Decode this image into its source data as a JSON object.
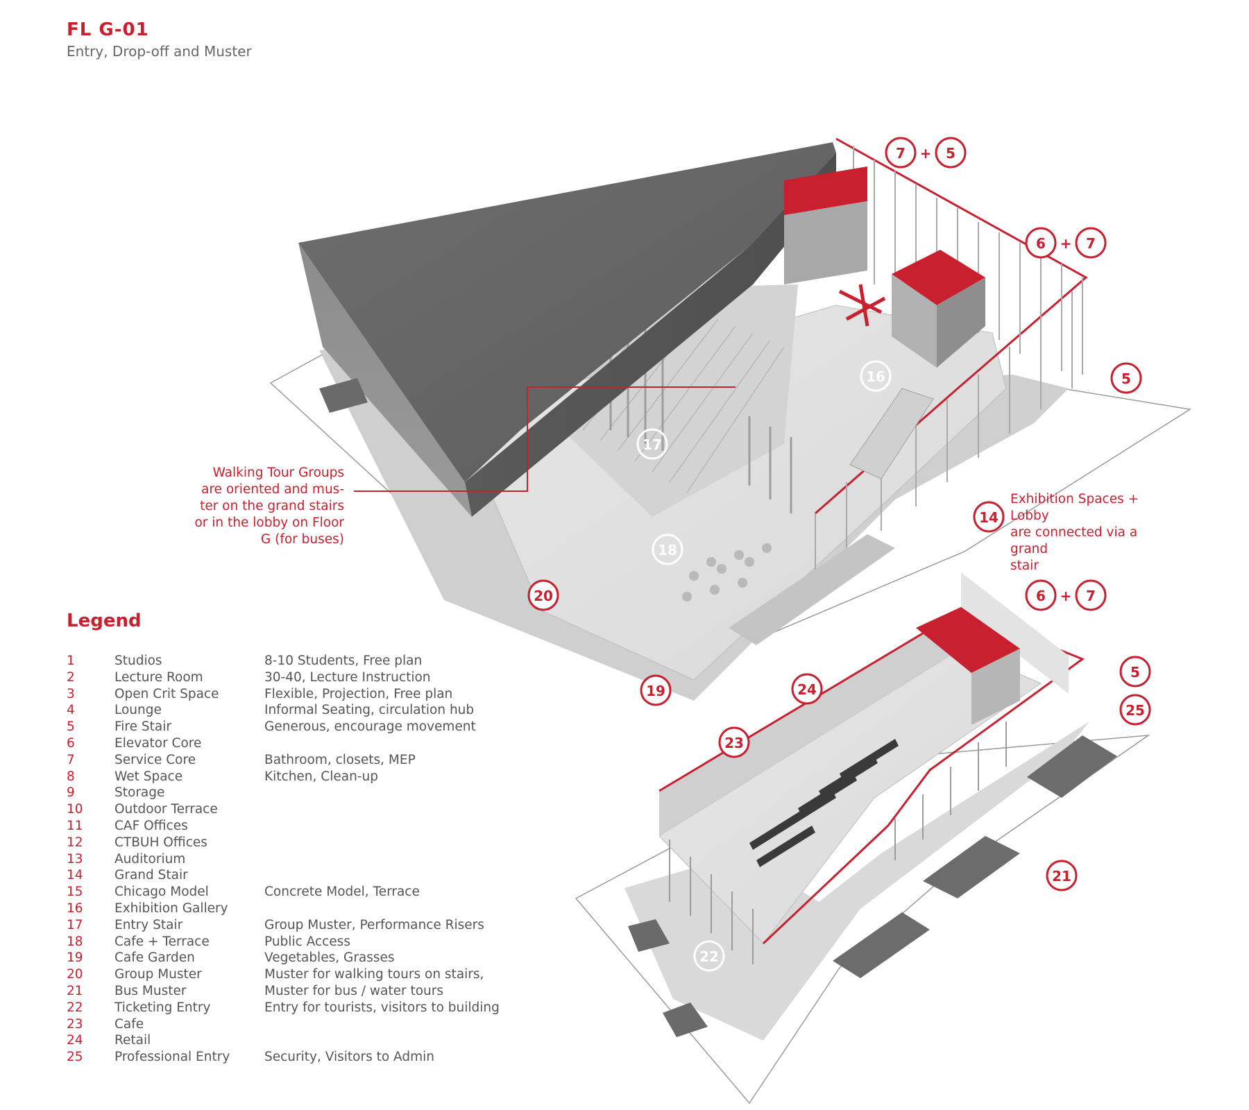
{
  "header": {
    "title": "FL G-01",
    "subtitle": "Entry, Drop-off and Muster"
  },
  "colors": {
    "accent": "#c8202f",
    "text": "#555555",
    "mass": "#737373",
    "floor": "#e2e2e2"
  },
  "callouts": {
    "walking_tour": [
      "Walking Tour Groups",
      "are oriented and mus-",
      "ter on the grand stairs",
      "or in the lobby on Floor",
      "G (for buses)"
    ],
    "exhibition": [
      "Exhibition Spaces + Lobby",
      "are connected via a grand",
      "stair"
    ]
  },
  "markers": {
    "m16": "16",
    "m17": "17",
    "m18": "18",
    "m22": "22",
    "m7a": "7",
    "m5a": "5",
    "m6a": "6",
    "m7b": "7",
    "m5b": "5",
    "m14": "14",
    "m20": "20",
    "m19": "19",
    "m24": "24",
    "m23": "23",
    "m6c": "6",
    "m7c": "7",
    "m5c": "5",
    "m25": "25",
    "m21": "21",
    "plus": "+"
  },
  "legend": {
    "title": "Legend",
    "items": [
      {
        "num": "1",
        "name": "Studios",
        "desc": "8-10 Students, Free plan"
      },
      {
        "num": "2",
        "name": "Lecture Room",
        "desc": "30-40, Lecture Instruction"
      },
      {
        "num": "3",
        "name": "Open Crit Space",
        "desc": "Flexible, Projection, Free plan"
      },
      {
        "num": "4",
        "name": "Lounge",
        "desc": "Informal Seating, circulation hub"
      },
      {
        "num": "5",
        "name": "Fire Stair",
        "desc": "Generous, encourage movement"
      },
      {
        "num": "6",
        "name": "Elevator Core",
        "desc": ""
      },
      {
        "num": "7",
        "name": "Service Core",
        "desc": "Bathroom, closets, MEP"
      },
      {
        "num": "8",
        "name": "Wet Space",
        "desc": "Kitchen, Clean-up"
      },
      {
        "num": "9",
        "name": "Storage",
        "desc": ""
      },
      {
        "num": "10",
        "name": "Outdoor Terrace",
        "desc": ""
      },
      {
        "num": "11",
        "name": "CAF Offices",
        "desc": ""
      },
      {
        "num": "12",
        "name": "CTBUH Offices",
        "desc": ""
      },
      {
        "num": "13",
        "name": "Auditorium",
        "desc": ""
      },
      {
        "num": "14",
        "name": "Grand Stair",
        "desc": ""
      },
      {
        "num": "15",
        "name": "Chicago Model",
        "desc": "Concrete Model, Terrace"
      },
      {
        "num": "16",
        "name": "Exhibition Gallery",
        "desc": ""
      },
      {
        "num": "17",
        "name": "Entry Stair",
        "desc": "Group Muster, Performance Risers"
      },
      {
        "num": "18",
        "name": "Cafe + Terrace",
        "desc": "Public Access"
      },
      {
        "num": "19",
        "name": "Cafe Garden",
        "desc": "Vegetables, Grasses"
      },
      {
        "num": "20",
        "name": "Group Muster",
        "desc": "Muster for walking tours on stairs,"
      },
      {
        "num": "21",
        "name": "Bus Muster",
        "desc": "Muster for bus / water tours"
      },
      {
        "num": "22",
        "name": "Ticketing Entry",
        "desc": "Entry for tourists, visitors to building"
      },
      {
        "num": "23",
        "name": "Cafe",
        "desc": ""
      },
      {
        "num": "24",
        "name": "Retail",
        "desc": ""
      },
      {
        "num": "25",
        "name": "Professional Entry",
        "desc": "Security, Visitors to Admin"
      }
    ]
  }
}
